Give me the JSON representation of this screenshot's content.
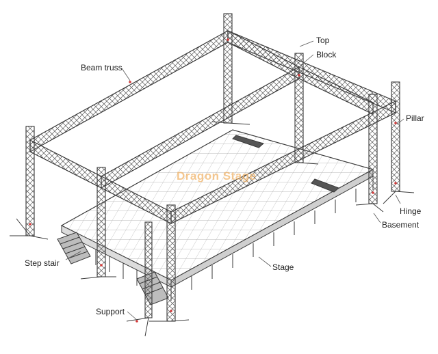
{
  "labels": {
    "top": "Top",
    "block": "Block",
    "beam_truss": "Beam truss",
    "pillar": "Pillar",
    "hinge": "Hinge",
    "basement": "Basement",
    "step_stair": "Step stair",
    "stage": "Stage",
    "support": "Support"
  },
  "watermark": "Dragon Stage",
  "colors": {
    "line": "#3a3a3a",
    "accent": "#d33b3b",
    "deck": "#eeeeee",
    "watermark": "#f2b56a"
  }
}
